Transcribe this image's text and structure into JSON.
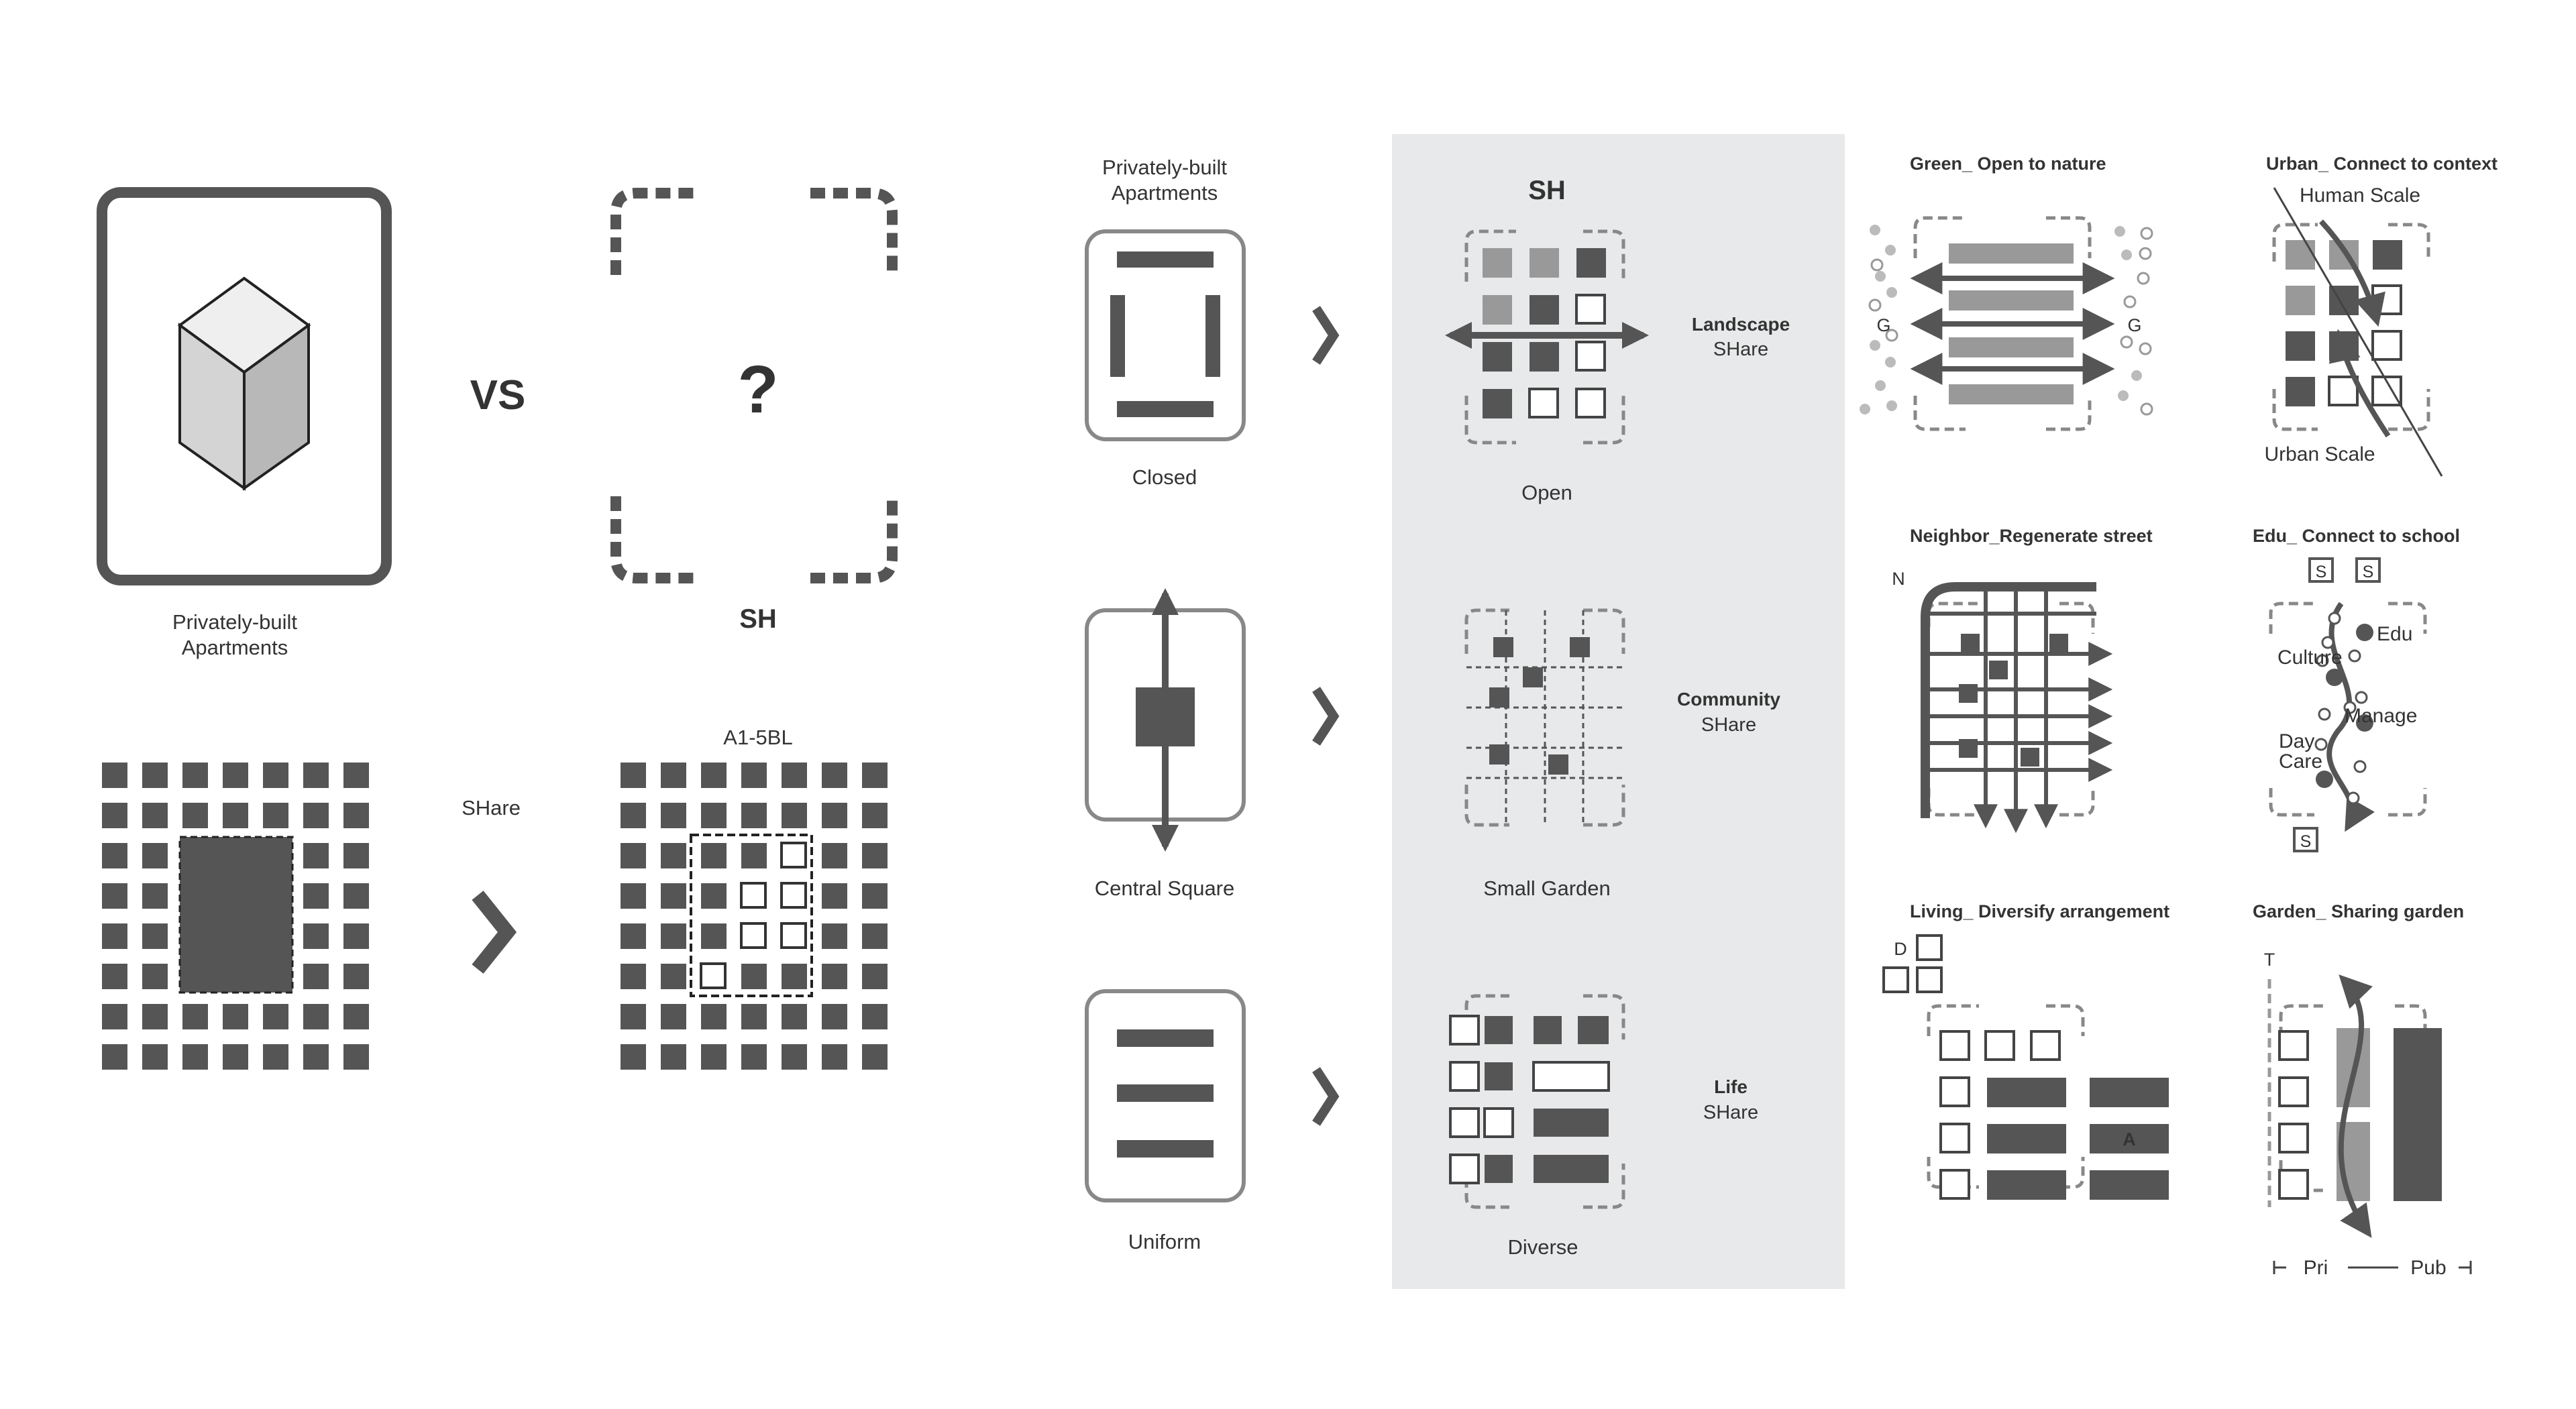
{
  "colors": {
    "dark": "#555555",
    "mid": "#999999",
    "light": "#bbbbbb",
    "panel": "#e8e9ea",
    "dash": "#777777",
    "text": "#333333"
  },
  "left": {
    "apartments_label": [
      "Privately-built",
      "Apartments"
    ],
    "vs": "VS",
    "question": "?",
    "sh": "SH",
    "share": "SHare",
    "block_label": "A1-5BL"
  },
  "middle": {
    "header": [
      "Privately-built",
      "Apartments"
    ],
    "rows": [
      {
        "left_label": "Closed",
        "right_label": "Open",
        "share": [
          "Landscape",
          "SHare"
        ]
      },
      {
        "left_label": "Central Square",
        "right_label": "Small Garden",
        "share": [
          "Community",
          "SHare"
        ]
      },
      {
        "left_label": "Uniform",
        "right_label": "Diverse",
        "share": [
          "Life",
          "SHare"
        ]
      }
    ],
    "sh_title": "SH"
  },
  "right": {
    "green": {
      "title": "Green_ Open to nature",
      "g": "G"
    },
    "urban": {
      "title": "Urban_ Connect to context",
      "top": "Human Scale",
      "bottom": "Urban Scale"
    },
    "neighbor": {
      "title": "Neighbor_Regenerate street",
      "n": "N"
    },
    "edu": {
      "title": "Edu_ Connect to school",
      "s": "S",
      "labels": [
        "Edu",
        "Culture",
        "Manage",
        "Day",
        "Care"
      ]
    },
    "living": {
      "title": "Living_ Diversify arrangement",
      "d": "D",
      "a": "A"
    },
    "garden": {
      "title": "Garden_ Sharing garden",
      "t": "T",
      "pri": "Pri",
      "pub": "Pub"
    }
  }
}
